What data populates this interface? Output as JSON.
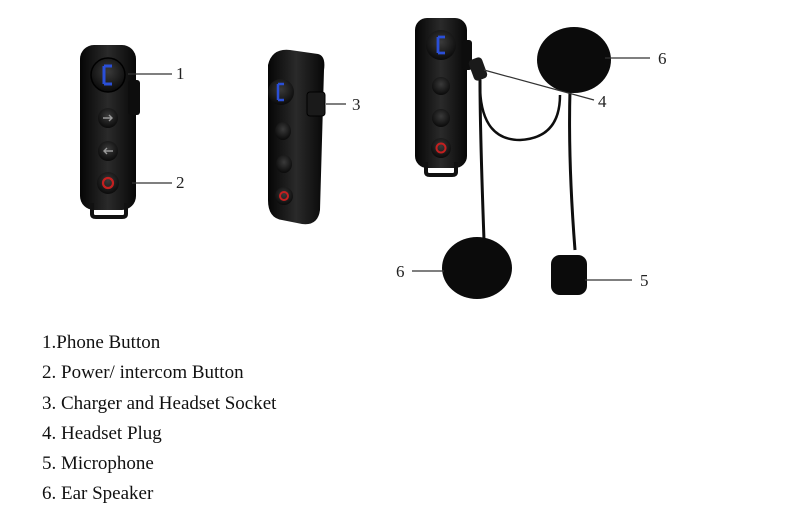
{
  "diagram": {
    "callouts": [
      {
        "id": "c1",
        "text": "1"
      },
      {
        "id": "c2",
        "text": "2"
      },
      {
        "id": "c3",
        "text": "3"
      },
      {
        "id": "c4",
        "text": "4"
      },
      {
        "id": "c5",
        "text": "5"
      },
      {
        "id": "c6a",
        "text": "6"
      },
      {
        "id": "c6b",
        "text": "6"
      }
    ],
    "colors": {
      "body": "#131313",
      "phone_button_icon": "#2a4fd8",
      "power_button_icon": "#c42020",
      "cable": "#0e0e0e"
    },
    "icons": [
      "phone-button-icon",
      "volume-up-button-icon",
      "volume-down-button-icon",
      "power-button-icon"
    ]
  },
  "legend": {
    "items": [
      "1.Phone Button",
      "2. Power/ intercom Button",
      "3. Charger and Headset Socket",
      "4. Headset Plug",
      "5. Microphone",
      "6. Ear Speaker"
    ]
  }
}
